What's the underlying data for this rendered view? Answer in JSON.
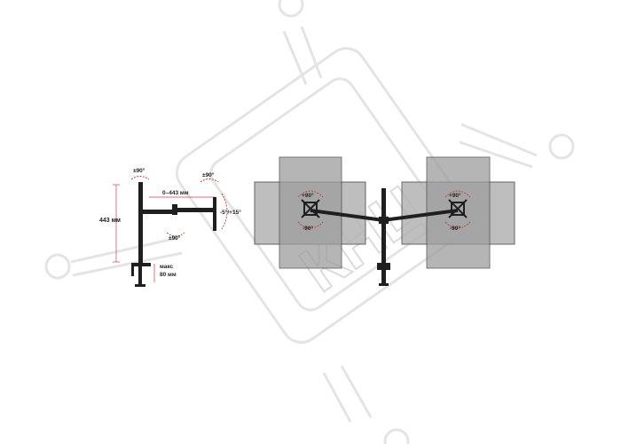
{
  "side_view": {
    "height_label": "443 мм",
    "reach_label": "0–443 мм",
    "top_swivel_label": "±90°",
    "arm_swivel_label": "±90°",
    "bottom_swivel_label": "±90°",
    "tilt_label": "-5°/+15°",
    "clamp_label_line1": "макс",
    "clamp_label_line2": "80 мм"
  },
  "front_view": {
    "left_rotate_up": "+90°",
    "left_rotate_down": "-90°",
    "right_rotate_up": "+90°",
    "right_rotate_down": "-90°"
  },
  "colors": {
    "pole": "#1f1f1f",
    "panel_back": "#bdbdbd",
    "panel_front": "#9a9a9a",
    "accent": "#c0392b",
    "watermark": "#e6e6e6"
  }
}
